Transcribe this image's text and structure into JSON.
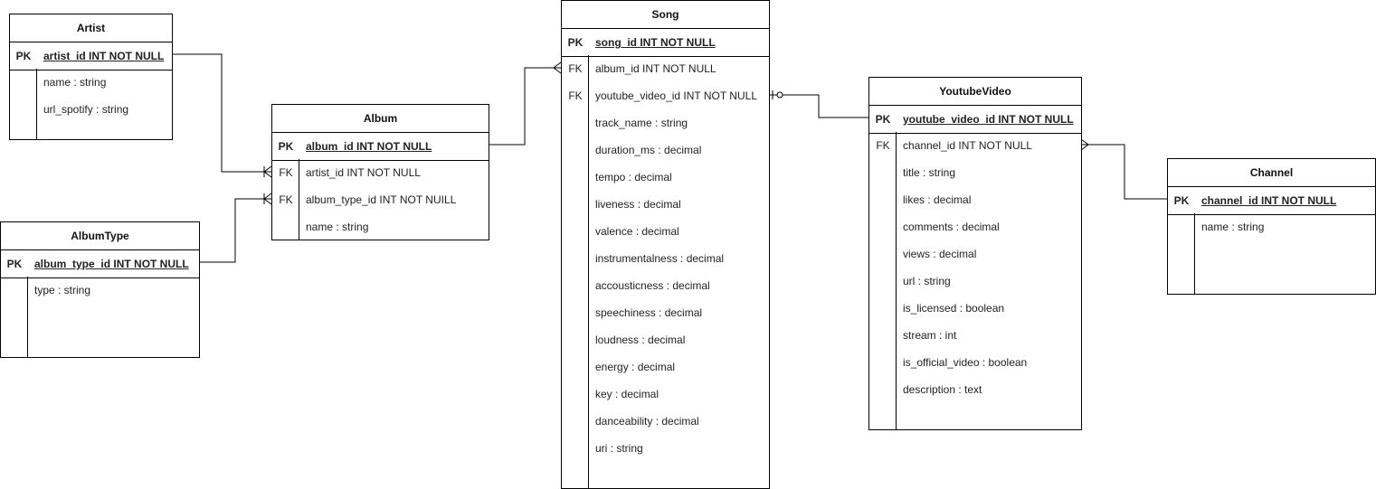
{
  "entities": {
    "artist": {
      "title": "Artist",
      "pk": {
        "key": "PK",
        "name": "artist_id INT NOT NULL"
      },
      "rows": [
        {
          "key": "",
          "name": "name : string"
        },
        {
          "key": "",
          "name": "url_spotify : string"
        }
      ]
    },
    "album": {
      "title": "Album",
      "pk": {
        "key": "PK",
        "name": "album_id INT NOT NULL"
      },
      "rows": [
        {
          "key": "FK",
          "name": "artist_id INT NOT NULL"
        },
        {
          "key": "FK",
          "name": "album_type_id INT NOT NUILL"
        },
        {
          "key": "",
          "name": "name : string"
        }
      ]
    },
    "albumtype": {
      "title": "AlbumType",
      "pk": {
        "key": "PK",
        "name": "album_type_id INT NOT NULL"
      },
      "rows": [
        {
          "key": "",
          "name": "type : string"
        }
      ]
    },
    "song": {
      "title": "Song",
      "pk": {
        "key": "PK",
        "name": "song_id INT NOT NULL"
      },
      "rows": [
        {
          "key": "FK",
          "name": "album_id INT NOT NULL"
        },
        {
          "key": "FK",
          "name": "youtube_video_id INT NOT NULL"
        },
        {
          "key": "",
          "name": "track_name : string"
        },
        {
          "key": "",
          "name": "duration_ms : decimal"
        },
        {
          "key": "",
          "name": "tempo : decimal"
        },
        {
          "key": "",
          "name": "liveness : decimal"
        },
        {
          "key": "",
          "name": "valence : decimal"
        },
        {
          "key": "",
          "name": "instrumentalness : decimal"
        },
        {
          "key": "",
          "name": "accousticness : decimal"
        },
        {
          "key": "",
          "name": "speechiness : decimal"
        },
        {
          "key": "",
          "name": "loudness : decimal"
        },
        {
          "key": "",
          "name": "energy : decimal"
        },
        {
          "key": "",
          "name": "key : decimal"
        },
        {
          "key": "",
          "name": "danceability : decimal"
        },
        {
          "key": "",
          "name": "uri : string"
        }
      ]
    },
    "youtubevideo": {
      "title": "YoutubeVideo",
      "pk": {
        "key": "PK",
        "name": "youtube_video_id INT NOT NULL"
      },
      "rows": [
        {
          "key": "FK",
          "name": "channel_id INT NOT NULL"
        },
        {
          "key": "",
          "name": "title : string"
        },
        {
          "key": "",
          "name": "likes : decimal"
        },
        {
          "key": "",
          "name": "comments : decimal"
        },
        {
          "key": "",
          "name": "views : decimal"
        },
        {
          "key": "",
          "name": "url : string"
        },
        {
          "key": "",
          "name": "is_licensed : boolean"
        },
        {
          "key": "",
          "name": "stream : int"
        },
        {
          "key": "",
          "name": "is_official_video : boolean"
        },
        {
          "key": "",
          "name": "description : text"
        }
      ]
    },
    "channel": {
      "title": "Channel",
      "pk": {
        "key": "PK",
        "name": "channel_id INT NOT NULL"
      },
      "rows": [
        {
          "key": "",
          "name": "name : string"
        }
      ]
    }
  }
}
